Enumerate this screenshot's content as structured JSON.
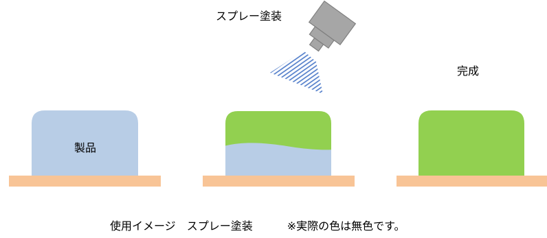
{
  "labels": {
    "spray_top": "スプレー塗装",
    "done": "完成",
    "product": "製品"
  },
  "caption": {
    "part1": "使用イメージ",
    "part2": "スプレー塗装",
    "part3": "※実際の色は無色です。"
  },
  "colors": {
    "product": "#b8cde6",
    "coating": "#92d050",
    "stand": "#f8c496",
    "gun_body": "#a6a6a6",
    "gun_outline": "#7f7f7f",
    "spray": "#4a78c8"
  },
  "icons": {
    "spray_gun": "spray-gun-icon",
    "spray_mist": "spray-mist-icon"
  }
}
